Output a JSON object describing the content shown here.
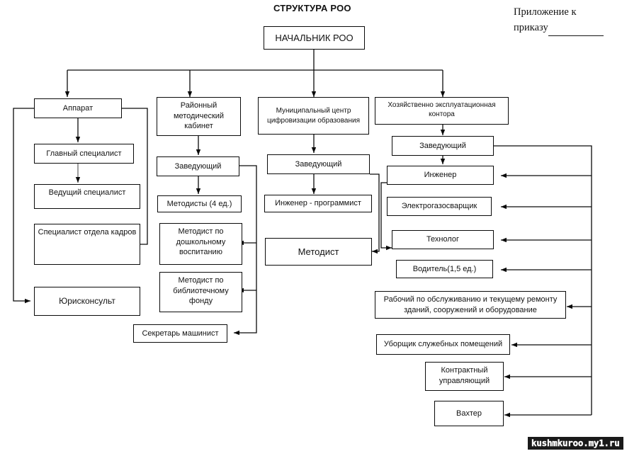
{
  "document": {
    "title": "СТРУКТУРА РОО",
    "annotation_line1": "Приложение к",
    "annotation_line2": "приказу",
    "watermark": "kushmkuroo.my1.ru"
  },
  "root": {
    "label": "НАЧАЛЬНИК РОО"
  },
  "divisions": [
    {
      "id": "apparat",
      "label": "Аппарат"
    },
    {
      "id": "rmk",
      "label": "Районный методический кабинет"
    },
    {
      "id": "mccdo",
      "label": "Муниципальный центр цифровизации образования"
    },
    {
      "id": "hek",
      "label": "Хозяйственно эксплуатационная контора"
    }
  ],
  "column_apparat": [
    {
      "id": "glavspec",
      "label": "Главный специалист"
    },
    {
      "id": "vedspec",
      "label": "Ведущий специалист"
    },
    {
      "id": "kadry",
      "label": "Специалист отдела кадров"
    },
    {
      "id": "jurist",
      "label": "Юрисконсульт"
    }
  ],
  "column_rmk": [
    {
      "id": "zav_rmk",
      "label": "Заведующий"
    },
    {
      "id": "metodisty",
      "label": "Методисты (4 ед.)"
    },
    {
      "id": "met_dosh",
      "label": "Методист по дошкольному воспитанию"
    },
    {
      "id": "met_bibl",
      "label": "Методист по библиотечному фонду"
    },
    {
      "id": "sekretar",
      "label": "Секретарь машинист"
    }
  ],
  "column_mccdo": [
    {
      "id": "zav_mc",
      "label": "Заведующий"
    },
    {
      "id": "inzh_prog",
      "label": "Инженер - программист"
    },
    {
      "id": "metodist",
      "label": "Методист"
    }
  ],
  "column_hek": [
    {
      "id": "zav_hek",
      "label": "Заведующий"
    },
    {
      "id": "inzhener",
      "label": "Инженер"
    },
    {
      "id": "svarshik",
      "label": "Электрогазосварщик"
    },
    {
      "id": "tehnolog",
      "label": "Технолог"
    },
    {
      "id": "voditel",
      "label": "Водитель(1,5 ед.)"
    },
    {
      "id": "rabochiy",
      "label": "Рабочий по обслуживанию и текущему ремонту зданий, сооружений и оборудование"
    },
    {
      "id": "uborshik",
      "label": "Уборщик служебных помещений"
    },
    {
      "id": "kontrakt",
      "label": "Контрактный управляющий"
    },
    {
      "id": "vahter",
      "label": "Вахтер"
    }
  ],
  "colors": {
    "line": "#0a0a0a",
    "text": "#121212",
    "background": "#ffffff"
  }
}
